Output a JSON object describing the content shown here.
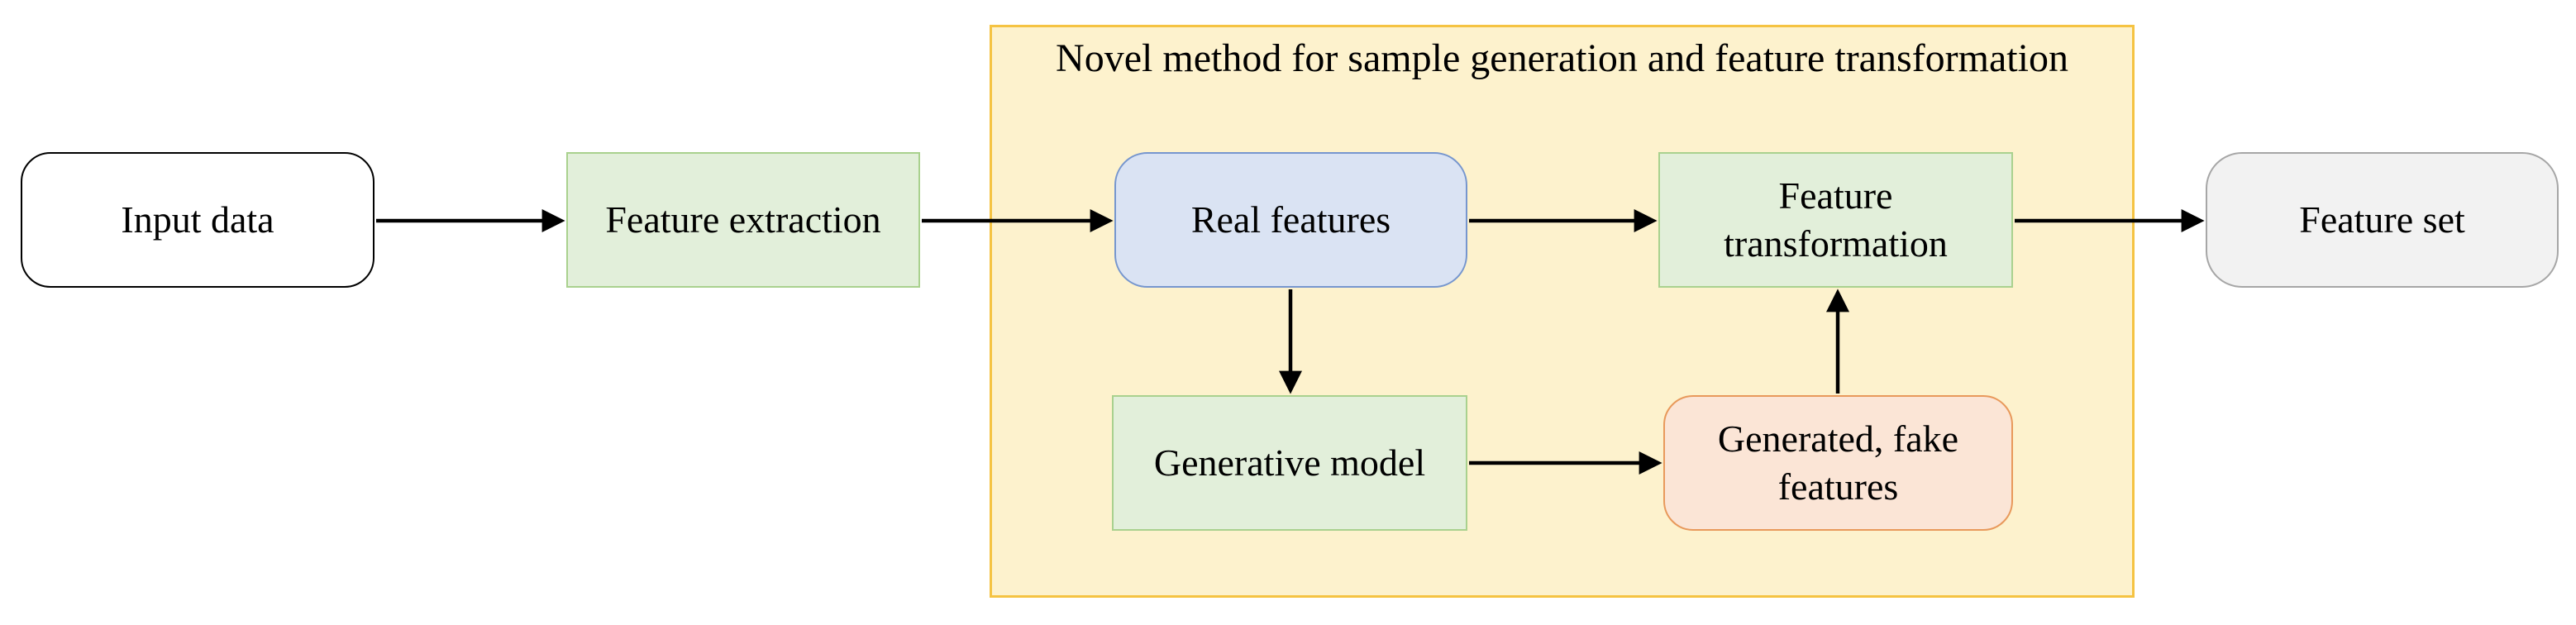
{
  "diagram": {
    "title": "Novel method for sample generation and feature transformation",
    "nodes": {
      "input_data": {
        "label": "Input data",
        "shape": "rounded-rectangle",
        "fill": "#FFFFFF"
      },
      "feature_extraction": {
        "label": "Feature extraction",
        "shape": "rectangle",
        "fill": "#E2EFDA"
      },
      "real_features": {
        "label": "Real features",
        "shape": "rounded-rectangle",
        "fill": "#DAE3F3"
      },
      "generative_model": {
        "label": "Generative model",
        "shape": "rectangle",
        "fill": "#E2EFDA"
      },
      "generated_fake_features": {
        "label": "Generated, fake features",
        "shape": "rounded-rectangle",
        "fill": "#FBE5D6"
      },
      "feature_transformation": {
        "label": "Feature transformation",
        "shape": "rectangle",
        "fill": "#E2EFDA"
      },
      "feature_set": {
        "label": "Feature set",
        "shape": "rounded-rectangle",
        "fill": "#F2F2F2"
      }
    },
    "edges": [
      {
        "from": "input_data",
        "to": "feature_extraction",
        "direction": "right"
      },
      {
        "from": "feature_extraction",
        "to": "real_features",
        "direction": "right"
      },
      {
        "from": "real_features",
        "to": "feature_transformation",
        "direction": "right"
      },
      {
        "from": "feature_transformation",
        "to": "feature_set",
        "direction": "right"
      },
      {
        "from": "real_features",
        "to": "generative_model",
        "direction": "down"
      },
      {
        "from": "generative_model",
        "to": "generated_fake_features",
        "direction": "right"
      },
      {
        "from": "generated_fake_features",
        "to": "feature_transformation",
        "direction": "up"
      }
    ],
    "colors": {
      "container_fill": "#FDF2CD",
      "container_border": "#F5C342",
      "green_fill": "#E2EFDA",
      "green_border": "#A9D18E",
      "blue_fill": "#DAE3F3",
      "blue_border": "#7696CE",
      "peach_fill": "#FBE5D6",
      "peach_border": "#E8995B",
      "gray_fill": "#F2F2F2",
      "gray_border": "#A6A6A6",
      "arrow": "#000000"
    }
  }
}
